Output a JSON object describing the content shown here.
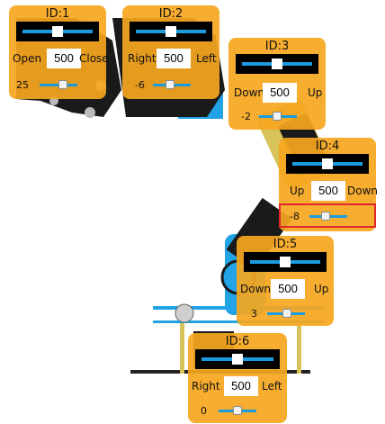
{
  "panels": [
    {
      "id": "ID:1",
      "slider": 0.5,
      "left_label": "Open",
      "value": "500",
      "right_label": "Close",
      "offset": "25",
      "offset_pos": 0.62
    },
    {
      "id": "ID:2",
      "slider": 0.5,
      "left_label": "Right",
      "value": "500",
      "right_label": "Left",
      "offset": "-6",
      "offset_pos": 0.45
    },
    {
      "id": "ID:3",
      "slider": 0.5,
      "left_label": "Down",
      "value": "500",
      "right_label": "Up",
      "offset": "-2",
      "offset_pos": 0.48
    },
    {
      "id": "ID:4",
      "slider": 0.5,
      "left_label": "Up",
      "value": "500",
      "right_label": "Down",
      "offset": "-8",
      "offset_pos": 0.42
    },
    {
      "id": "ID:5",
      "slider": 0.5,
      "left_label": "Down",
      "value": "500",
      "right_label": "Up",
      "offset": "3",
      "offset_pos": 0.52
    },
    {
      "id": "ID:6",
      "slider": 0.5,
      "left_label": "Right",
      "value": "500",
      "right_label": "Left",
      "offset": "0",
      "offset_pos": 0.5
    }
  ],
  "colors": {
    "panel": "#f6a61e",
    "track": "#000000",
    "slider_line": "#1b9be0",
    "highlight": "#e0262a",
    "robot_blue": "#22a3e6",
    "robot_dark": "#1a1a1a"
  }
}
